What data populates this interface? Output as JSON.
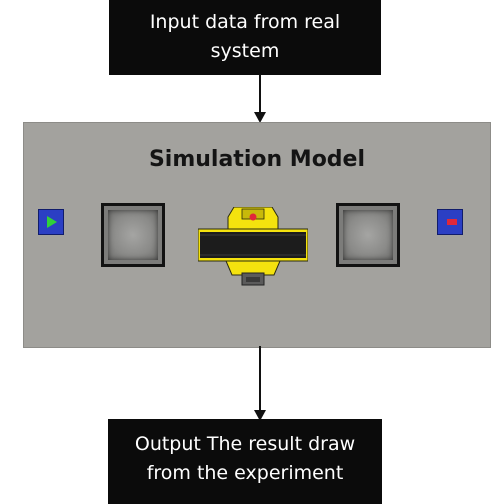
{
  "input_box": {
    "lines": [
      "Input data from real",
      "system"
    ]
  },
  "model": {
    "title": "Simulation Model"
  },
  "output_box": {
    "lines": [
      "Output The result draw",
      "from the experiment"
    ]
  },
  "colors": {
    "box_fill": "#0b0b0b",
    "box_text": "#ffffff",
    "panel_fill": "#a3a29e",
    "source_block": "#2b3fc4",
    "play_triangle": "#2fd13a",
    "sink_mark": "#e0283a",
    "conveyor_yellow": "#f4e20e",
    "conveyor_belt": "#1c1c1c"
  },
  "icons": {
    "source": "play-icon",
    "sink": "stop-icon",
    "conveyor": "conveyor-icon"
  }
}
